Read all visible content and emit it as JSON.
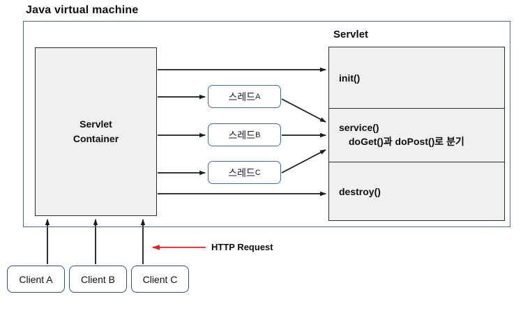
{
  "diagram": {
    "title": "Java virtual machine",
    "jvm": {
      "label": "Java virtual machine",
      "border_color": "#4a6d9c"
    },
    "servlet_container": {
      "label_line1": "Servlet",
      "label_line2": "Container",
      "fill_color": "#f0f0f0",
      "border_color": "#2b2b2b"
    },
    "servlet": {
      "title": "Servlet",
      "fill_color": "#f0f0f0",
      "border_color": "#2b2b2b",
      "methods": [
        {
          "name": "init()",
          "detail": ""
        },
        {
          "name": "service()",
          "detail": "doGet()과 doPost()로 분기"
        },
        {
          "name": "destroy()",
          "detail": ""
        }
      ]
    },
    "threads": [
      {
        "label": "스레드",
        "suffix": "A"
      },
      {
        "label": "스레드",
        "suffix": "B"
      },
      {
        "label": "스레드",
        "suffix": "C"
      }
    ],
    "clients": [
      {
        "label": "Client A"
      },
      {
        "label": "Client B"
      },
      {
        "label": "Client C"
      }
    ],
    "annotation": {
      "http_request_label": "HTTP Request",
      "http_request_color": "#ee1c25"
    },
    "arrow_color": "#1a1a1a"
  }
}
